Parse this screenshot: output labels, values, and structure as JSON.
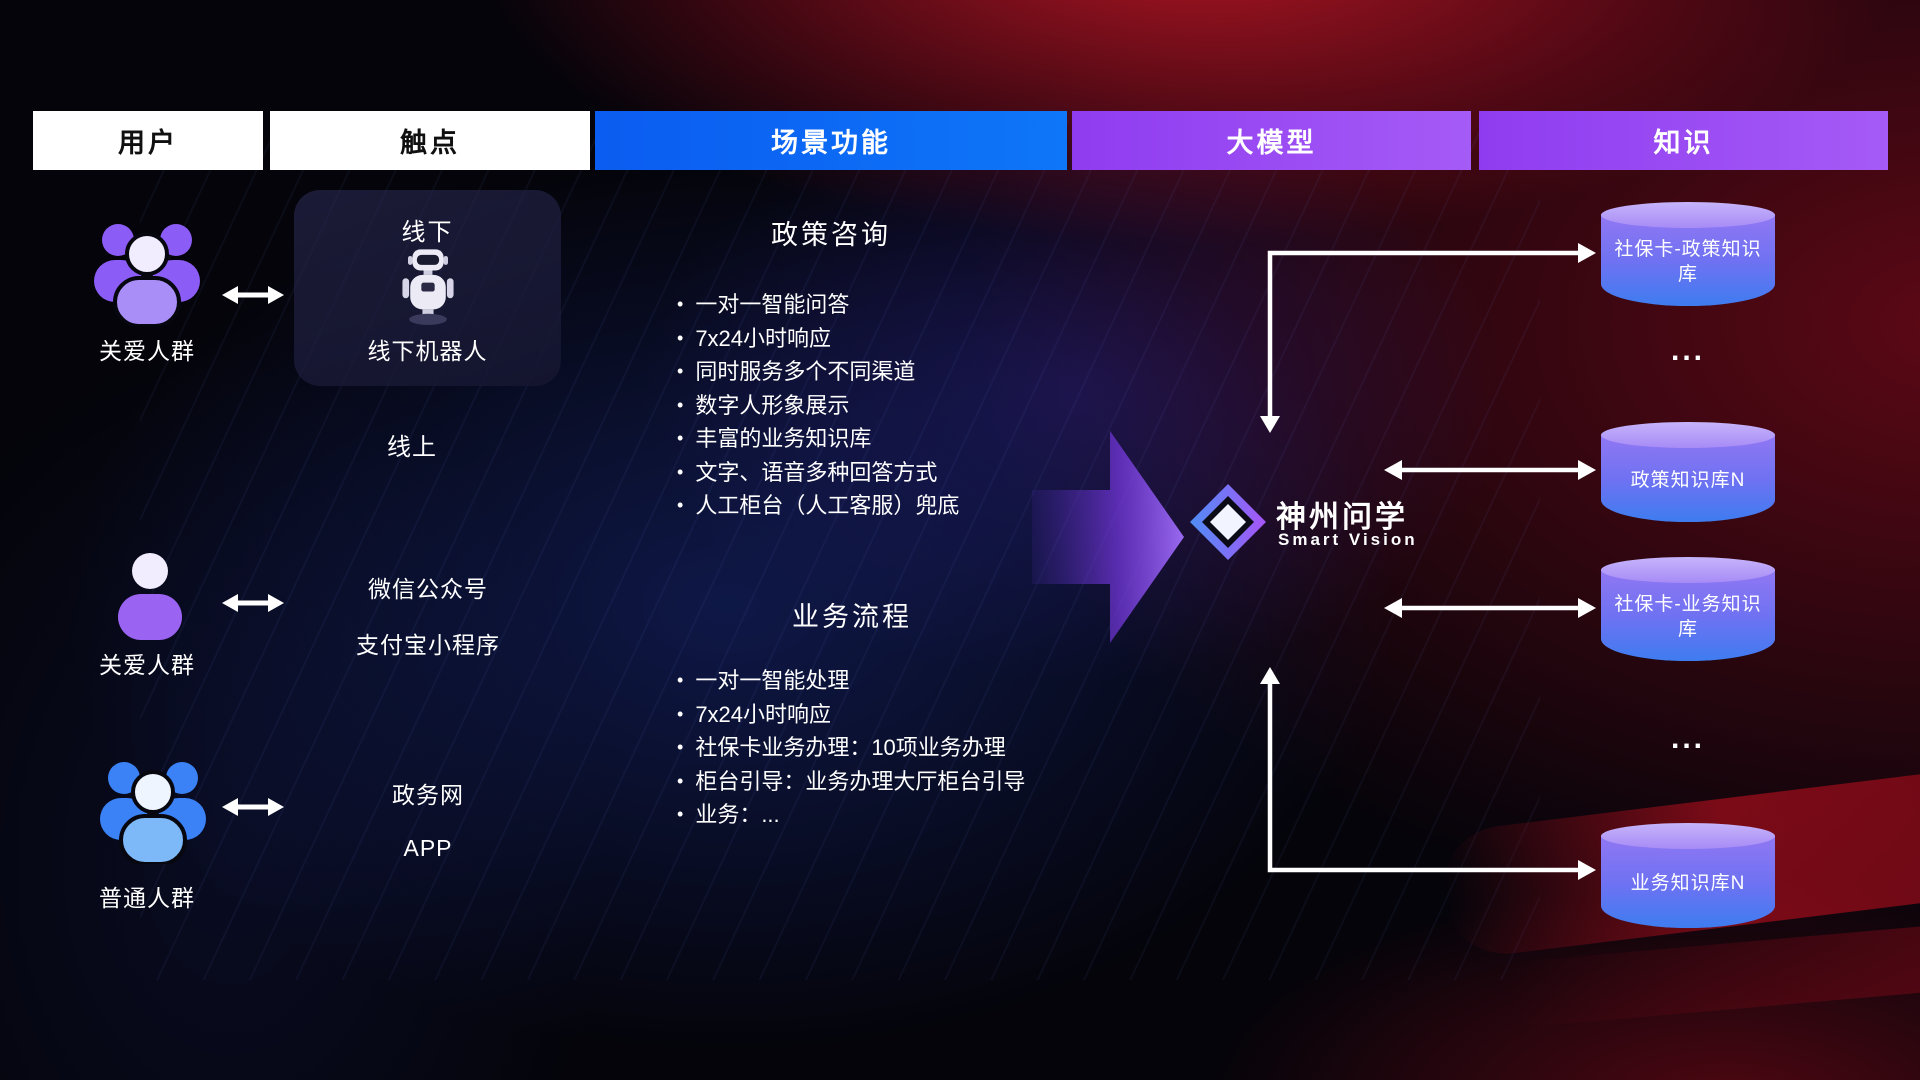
{
  "header": {
    "columns": [
      "用户",
      "触点",
      "场景功能",
      "大模型",
      "知识"
    ]
  },
  "users": {
    "items": [
      {
        "icon": "care-group-icon",
        "label": "关爱人群"
      },
      {
        "icon": "care-person-icon",
        "label": "关爱人群"
      },
      {
        "icon": "general-group-icon",
        "label": "普通人群"
      }
    ]
  },
  "touchpoints": {
    "offline_title": "线下",
    "offline_device": "线下机器人",
    "online_title": "线上",
    "channels": [
      "微信公众号",
      "支付宝小程序",
      "政务网",
      "APP"
    ]
  },
  "scenario": {
    "policy_title": "政策咨询",
    "policy_items": [
      "一对一智能问答",
      "7x24小时响应",
      "同时服务多个不同渠道",
      "数字人形象展示",
      "丰富的业务知识库",
      "文字、语音多种回答方式",
      "人工柜台（人工客服）兜底"
    ],
    "business_title": "业务流程",
    "business_items": [
      "一对一智能处理",
      "7x24小时响应",
      "社保卡业务办理：10项业务办理",
      "柜台引导：业务办理大厅柜台引导",
      "业务：..."
    ]
  },
  "brand": {
    "name": "神州问学",
    "subtitle": "Smart Vision"
  },
  "knowledge": {
    "bases": [
      "社保卡-政策知识库",
      "政策知识库N",
      "社保卡-业务知识库",
      "业务知识库N"
    ],
    "ellipsis": "..."
  },
  "colors": {
    "header_blue": "#0b5cf0",
    "header_purple": "#9b4df0",
    "arrow_purple": "#8b5cf6",
    "cylinder_top": "#b9a3f7",
    "cylinder_bottom": "#3e7cf0",
    "background_red": "#c01828",
    "background_blue": "#233ebe"
  }
}
